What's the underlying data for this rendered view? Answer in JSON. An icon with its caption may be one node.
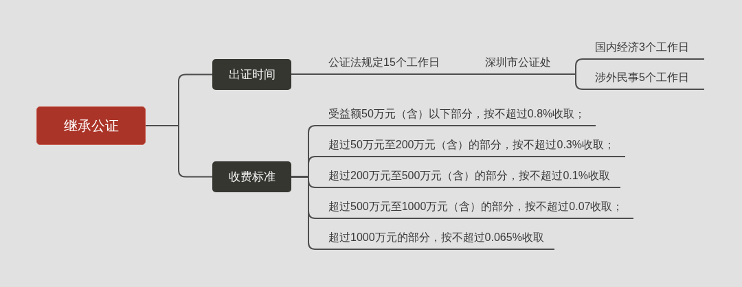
{
  "diagram": {
    "nodes": [
      {
        "text": [
          "继承公证"
        ]
      },
      {
        "text": [
          "出证时间"
        ]
      },
      {
        "text": [
          "公证法规定15个工作日"
        ]
      },
      {
        "text": [
          "深圳市公证处"
        ]
      },
      {
        "text": [
          "国内经济3个工作日"
        ]
      },
      {
        "text": [
          "涉外民事5个工作日"
        ]
      },
      {
        "text": [
          "收费标准"
        ]
      },
      {
        "text": [
          "受益额50万元（含）以下部分，按不超过0.8%收取；"
        ]
      },
      {
        "text": [
          "超过50万元至200万元（含）的部分，按不超过0.3%收取；"
        ]
      },
      {
        "text": [
          "超过200万元至500万元（含）的部分，按不超过0.1%收取"
        ]
      },
      {
        "text": [
          "超过500万元至1000万元（含）的部分，按不超过0.07收取；"
        ]
      },
      {
        "text": [
          "超过1000万元的部分，按不超过0.065%收取"
        ]
      }
    ],
    "edges": [
      {
        "from": 0,
        "to": 1,
        "arrow": "none"
      },
      {
        "from": 0,
        "to": 6,
        "arrow": "none"
      },
      {
        "from": 1,
        "to": 2,
        "arrow": "none"
      },
      {
        "from": 2,
        "to": 3,
        "arrow": "none"
      },
      {
        "from": 3,
        "to": 4,
        "arrow": "none"
      },
      {
        "from": 3,
        "to": 5,
        "arrow": "none"
      },
      {
        "from": 6,
        "to": 7,
        "arrow": "none"
      },
      {
        "from": 6,
        "to": 8,
        "arrow": "none"
      },
      {
        "from": 6,
        "to": 9,
        "arrow": "none"
      },
      {
        "from": 6,
        "to": 10,
        "arrow": "none"
      },
      {
        "from": 6,
        "to": 11,
        "arrow": "none"
      }
    ]
  }
}
